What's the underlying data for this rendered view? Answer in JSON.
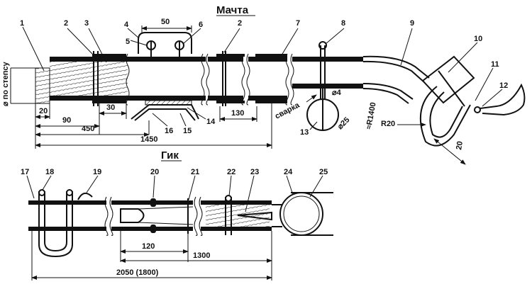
{
  "titles": {
    "mast": "Мачта",
    "boom": "Гик"
  },
  "labels": {
    "mast_dia": "⌀ по степсу",
    "weld": "сварка",
    "phi4": "⌀4",
    "phi25": "⌀25",
    "r1400": "≈R1400",
    "r20": "R20"
  },
  "part_numbers": [
    "1",
    "2",
    "3",
    "4",
    "5",
    "6",
    "2",
    "7",
    "8",
    "9",
    "10",
    "11",
    "12",
    "13",
    "14",
    "15",
    "16",
    "17",
    "18",
    "19",
    "20",
    "21",
    "22",
    "23",
    "24",
    "25"
  ],
  "dimensions": {
    "d50": "50",
    "d20": "20",
    "d90": "90",
    "d30": "30",
    "d450": "450",
    "d1450": "1450",
    "d130": "130",
    "d20b": "20",
    "d120": "120",
    "d1300": "1300",
    "d2050": "2050 (1800)"
  }
}
